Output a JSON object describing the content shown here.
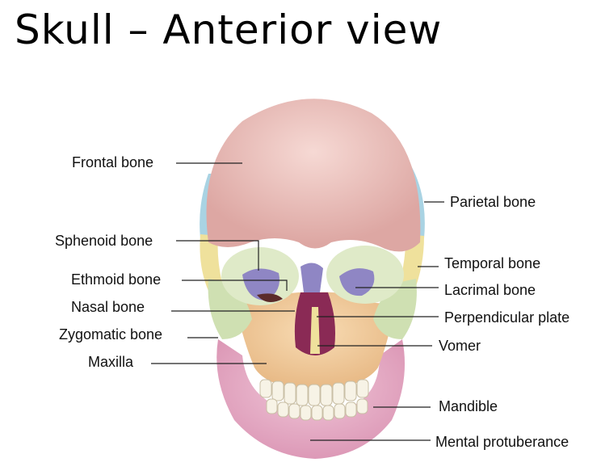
{
  "title": "Skull – Anterior view",
  "labels": {
    "frontal": "Frontal bone",
    "parietal": "Parietal bone",
    "sphenoid": "Sphenoid bone",
    "temporal": "Temporal bone",
    "ethmoid": "Ethmoid bone",
    "lacrimal": "Lacrimal bone",
    "nasal": "Nasal bone",
    "perpendicular": "Perpendicular plate",
    "zygomatic": "Zygomatic bone",
    "vomer": "Vomer",
    "maxilla": "Maxilla",
    "mandible": "Mandible",
    "mental": "Mental protuberance"
  },
  "colors": {
    "frontal": "#eab9b4",
    "parietal": "#a9d3e3",
    "temporal": "#efe19c",
    "sphenoid": "#8f86c4",
    "zygomatic": "#cfe0b2",
    "maxilla": "#f3cf9e",
    "mandible": "#e8b2c9",
    "nasal_cavity": "#8a2a55",
    "teeth": "#f7f3e6"
  }
}
